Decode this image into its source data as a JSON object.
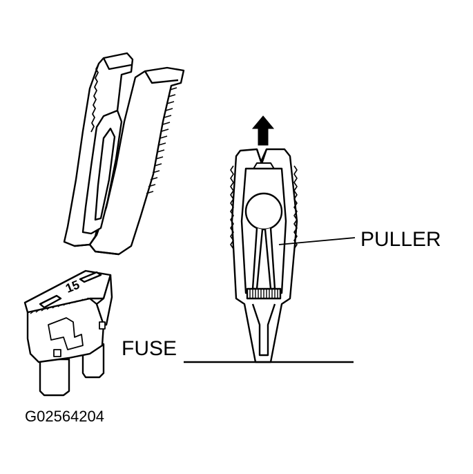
{
  "labels": {
    "puller": "PULLER",
    "fuse": "FUSE",
    "figure_code": "G02564204"
  },
  "fuse_marking": "15"
}
